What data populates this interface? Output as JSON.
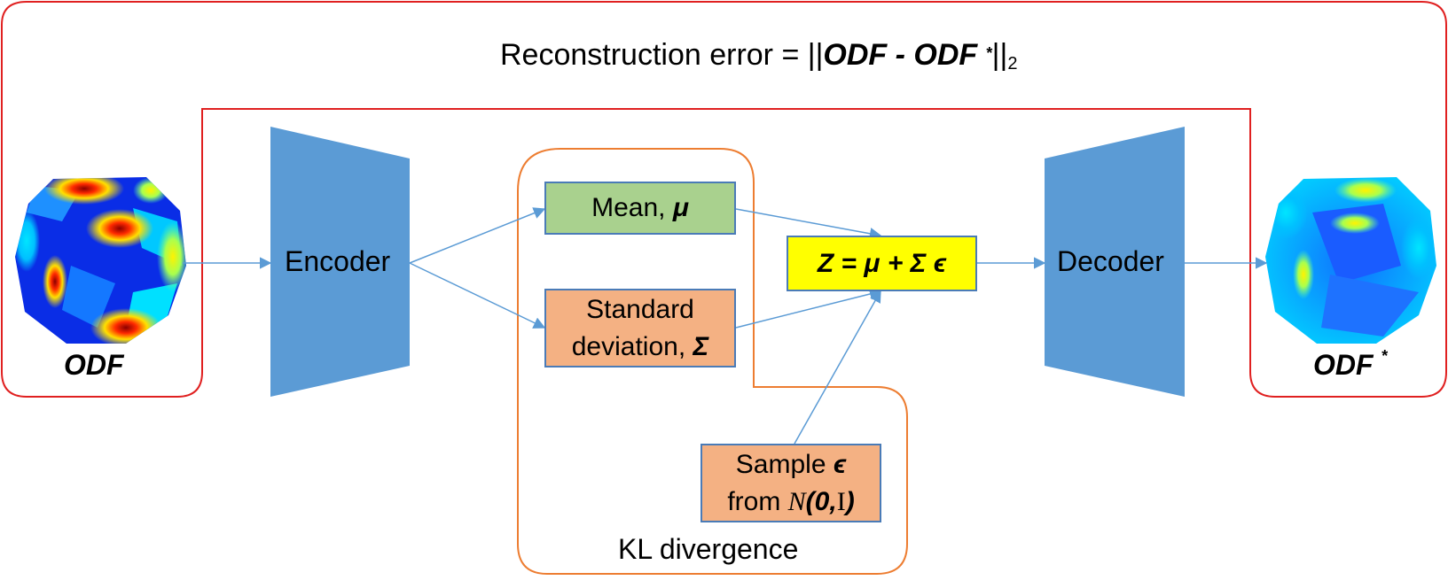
{
  "reconstruction": {
    "prefix": "Reconstruction error = ||",
    "odf": "ODF",
    "minus": " - ",
    "odf_star": "ODF ",
    "star": "*",
    "close": "||",
    "subscript": "2"
  },
  "input_label": "ODF",
  "output_label": "ODF ",
  "output_star": "*",
  "encoder_label": "Encoder",
  "decoder_label": "Decoder",
  "mean_box": {
    "text": "Mean, ",
    "symbol": "μ"
  },
  "std_box": {
    "line1": "Standard",
    "line2": "deviation, ",
    "symbol": "Σ"
  },
  "z_box": {
    "text": "Z = μ + Σ ϵ"
  },
  "sample_box": {
    "line1": "Sample ",
    "eps": "ϵ",
    "from": "from ",
    "dist_n": "N",
    "dist_args": "(0,",
    "dist_i": "I",
    "dist_close": ")"
  },
  "kl_label": "KL divergence",
  "colors": {
    "red_border": "#e02020",
    "orange_border": "#ed7d31",
    "block_blue": "#5b9bd5",
    "arrow_blue": "#5b9bd5",
    "mean_fill": "#a9d18e",
    "orange_fill": "#f4b183",
    "z_fill": "#ffff00"
  },
  "icons": {
    "input_sphere": "odf-heatmap-sphere",
    "output_sphere": "odf-reconstructed-sphere"
  }
}
